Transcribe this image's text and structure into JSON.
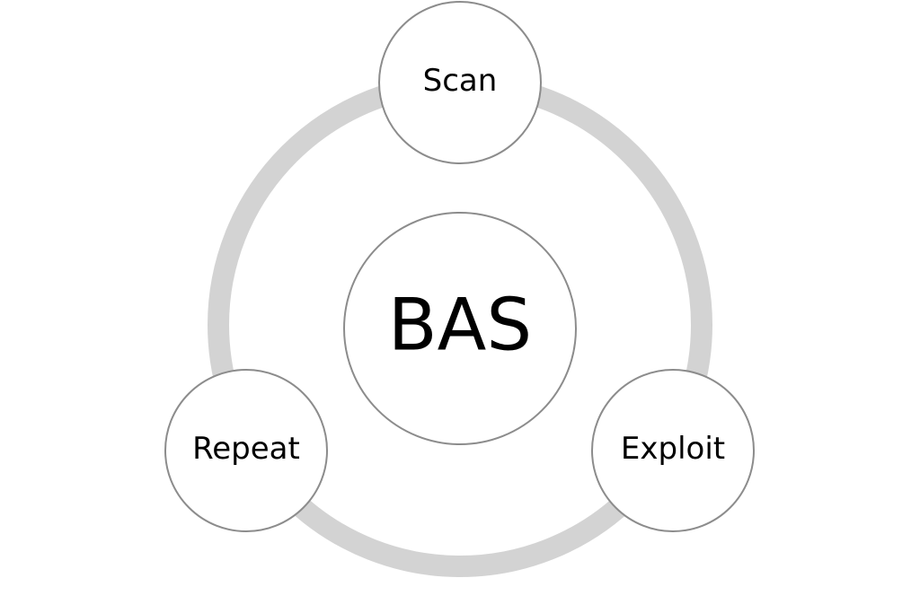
{
  "diagram": {
    "center": {
      "label": "BAS"
    },
    "nodes": [
      {
        "id": "scan",
        "label": "Scan"
      },
      {
        "id": "exploit",
        "label": "Exploit"
      },
      {
        "id": "repeat",
        "label": "Repeat"
      }
    ],
    "colors": {
      "ring": "#d3d3d3",
      "node_fill": "#ffffff",
      "node_stroke": "#8c8c8c",
      "text": "#000000",
      "background": "#ffffff"
    }
  }
}
